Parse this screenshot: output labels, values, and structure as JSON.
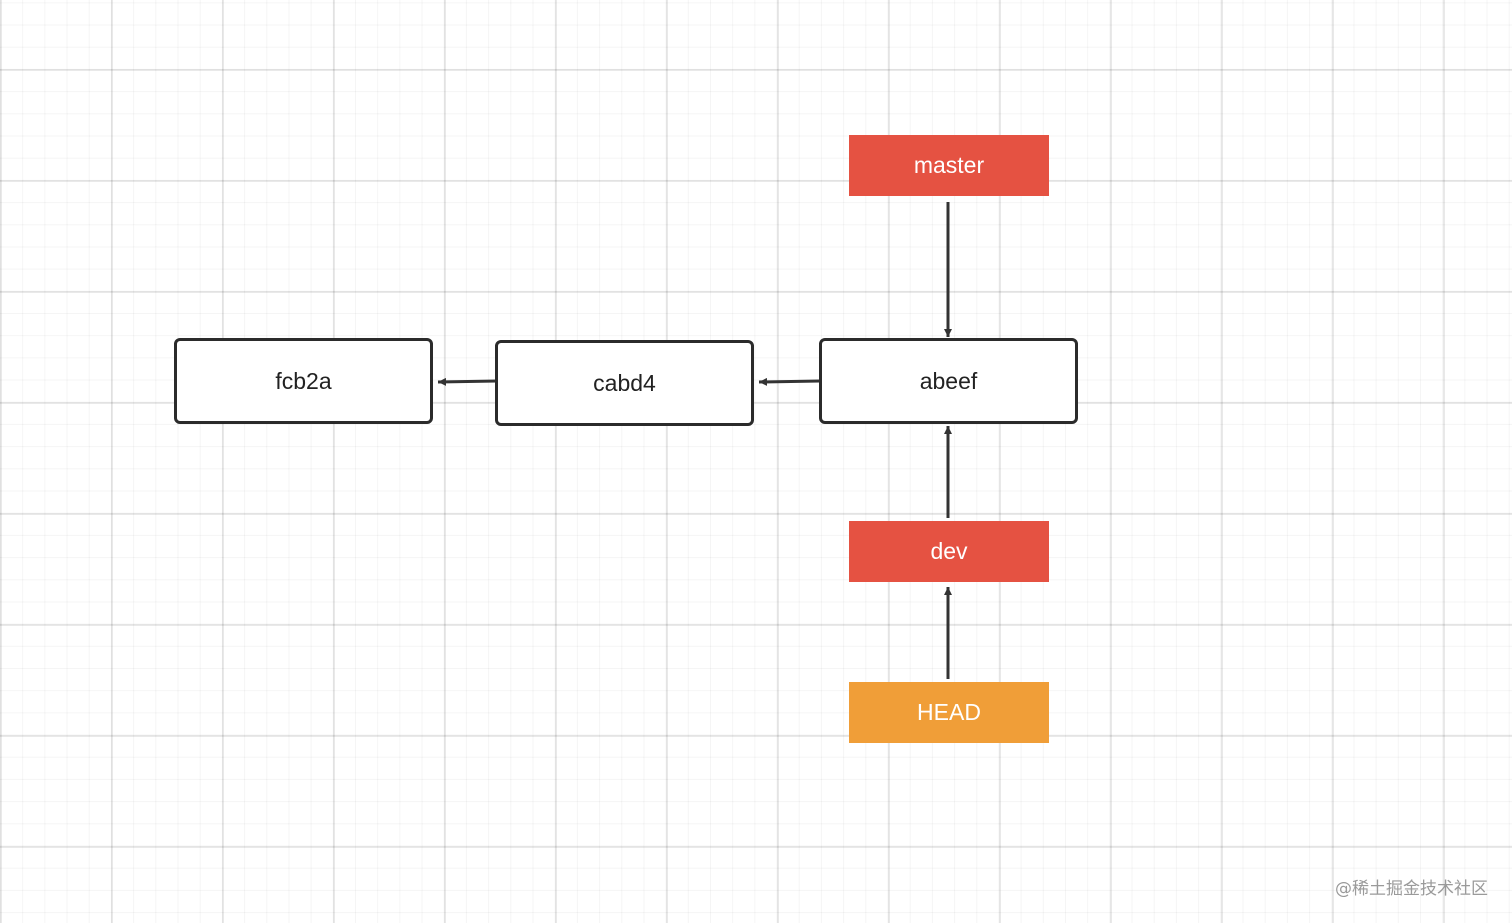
{
  "commits": [
    {
      "id": "fcb2a",
      "label": "fcb2a"
    },
    {
      "id": "cabd4",
      "label": "cabd4"
    },
    {
      "id": "abeef",
      "label": "abeef"
    }
  ],
  "refs": [
    {
      "id": "master",
      "label": "master",
      "color": "#e55242"
    },
    {
      "id": "dev",
      "label": "dev",
      "color": "#e55242"
    },
    {
      "id": "head",
      "label": "HEAD",
      "color": "#f09e38"
    }
  ],
  "edges": [
    {
      "from": "cabd4",
      "to": "fcb2a"
    },
    {
      "from": "abeef",
      "to": "cabd4"
    },
    {
      "from": "master",
      "to": "abeef"
    },
    {
      "from": "dev",
      "to": "abeef"
    },
    {
      "from": "head",
      "to": "dev"
    }
  ],
  "colors": {
    "line": "#333333"
  },
  "watermark": "@稀土掘金技术社区"
}
